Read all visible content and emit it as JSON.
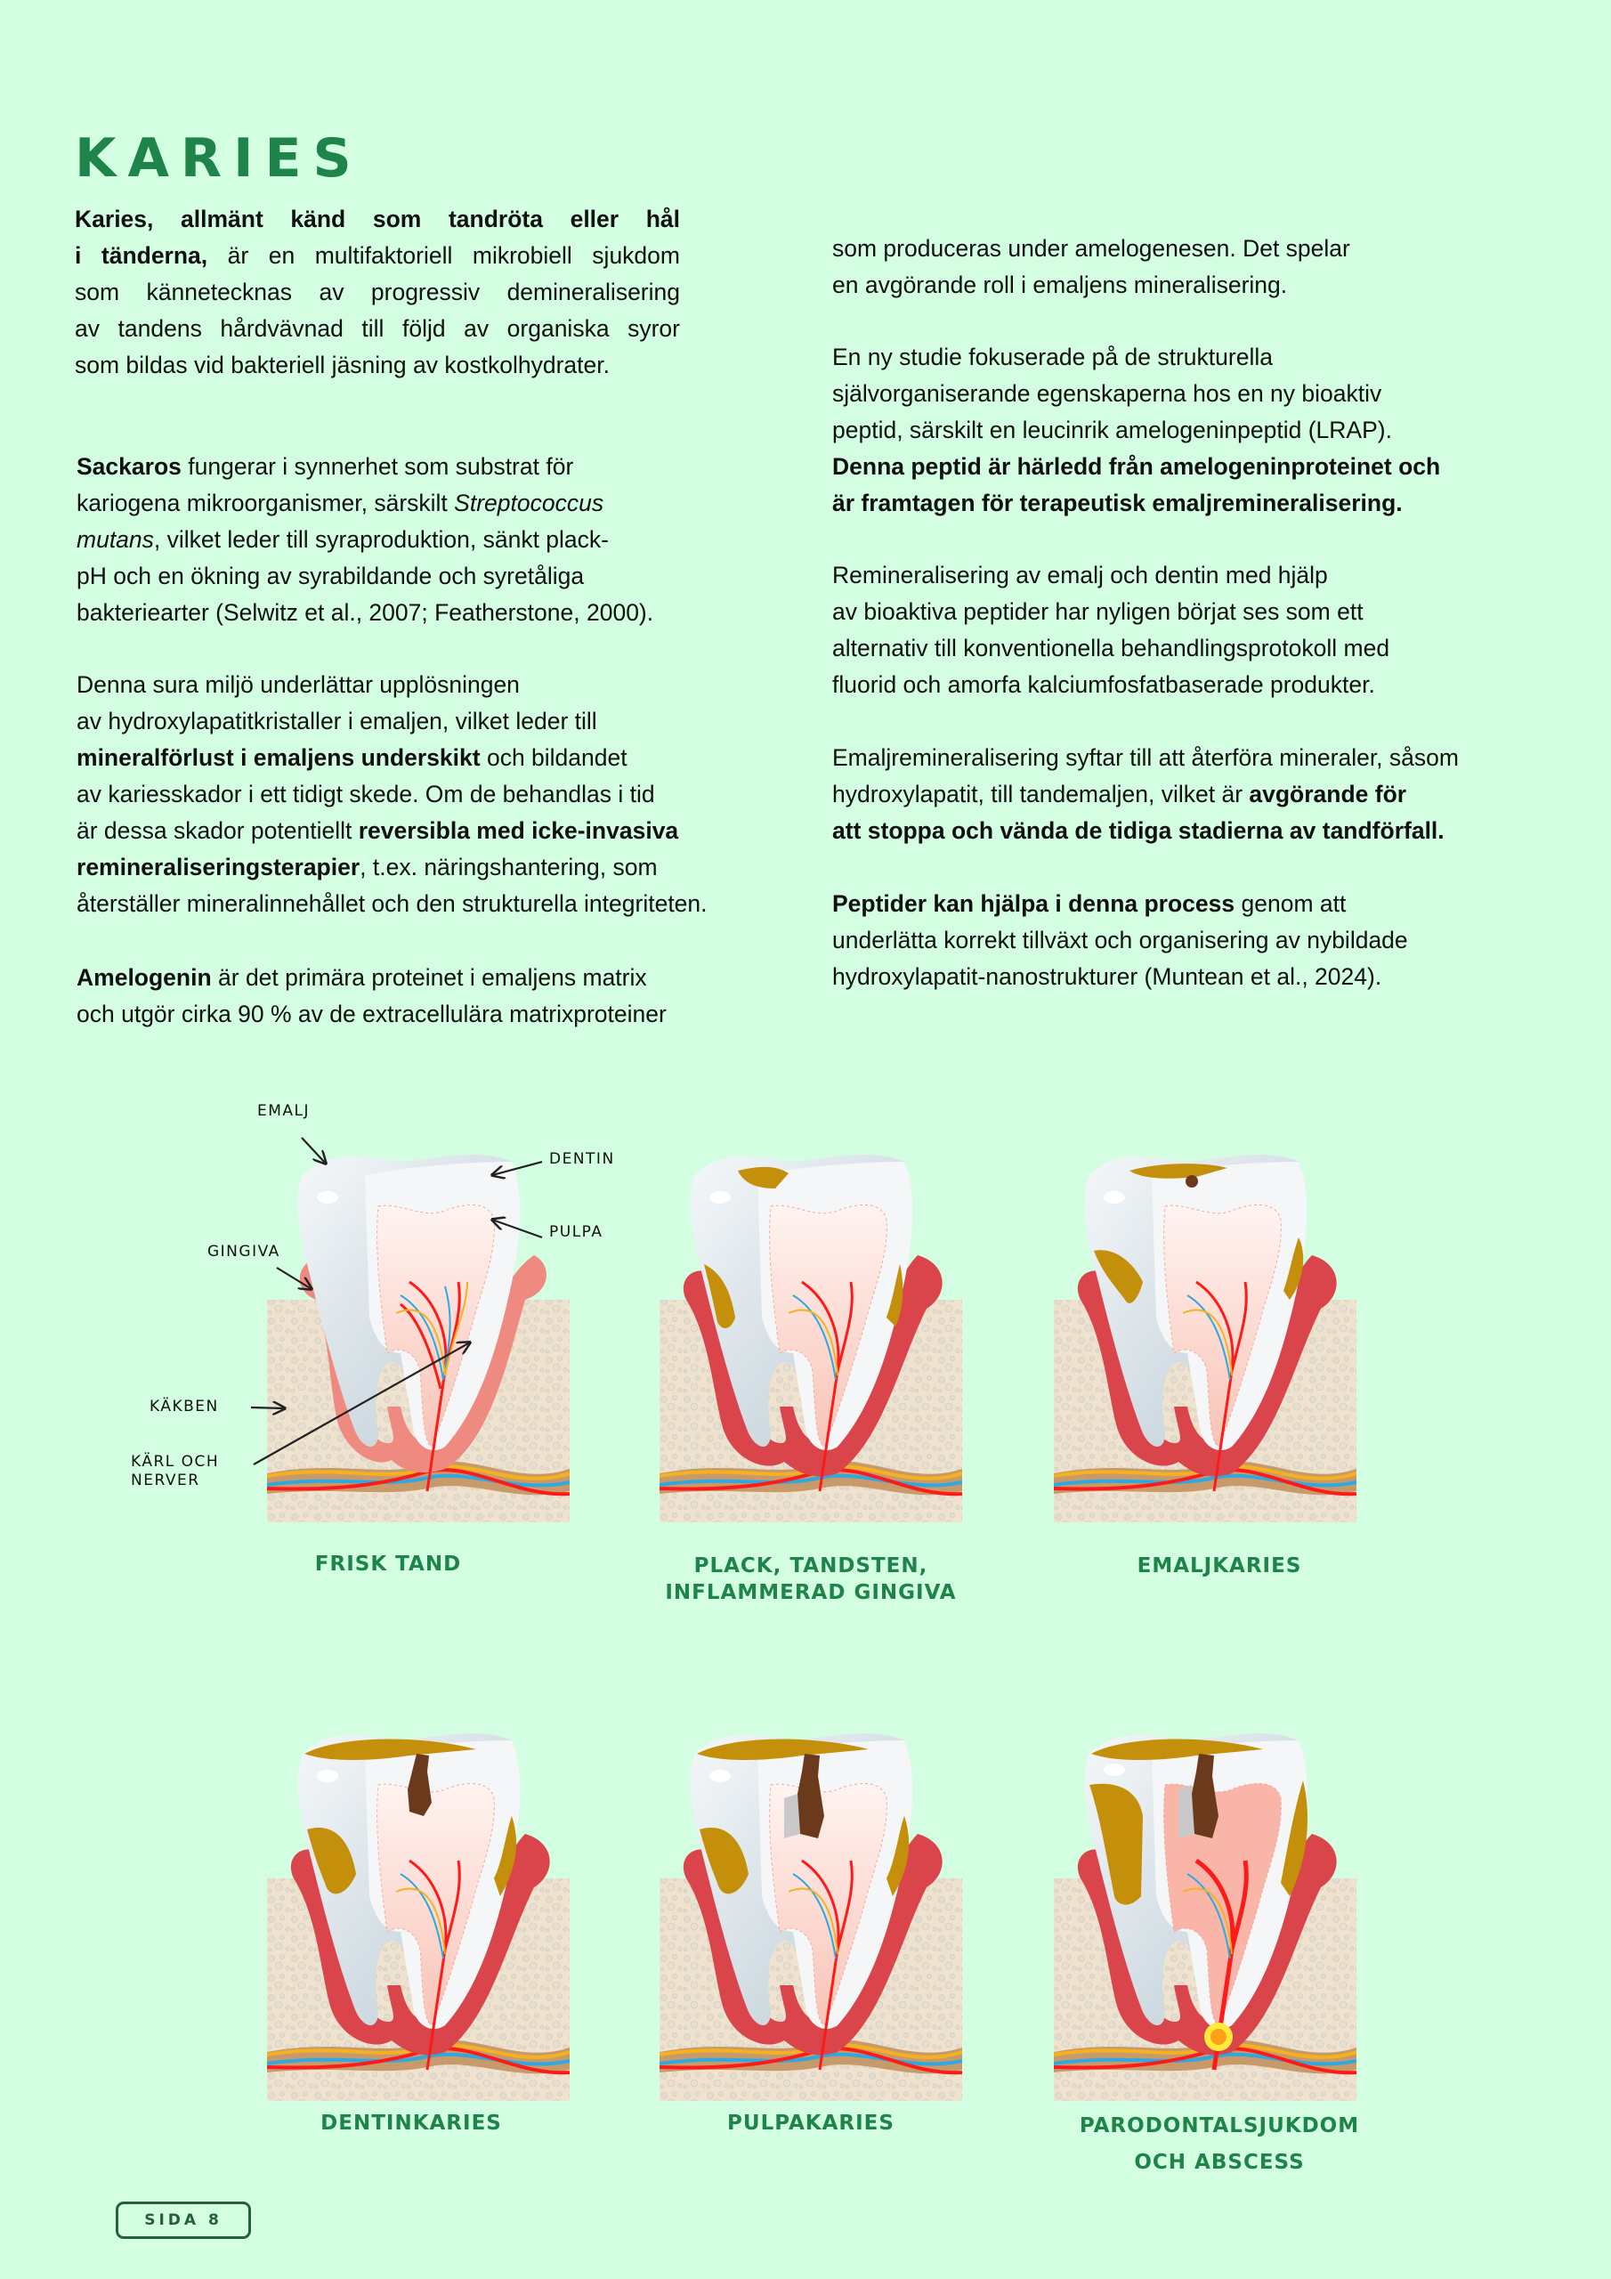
{
  "page": {
    "title": "KARIES",
    "background": "#d3fee1",
    "accent": "#1e8449",
    "page_badge": "SIDA 8"
  },
  "left_column": {
    "intro": {
      "bold": "Karies, allmänt känd som tandröta eller hål i tänderna,",
      "lines": [
        {
          "b": "Karies, allmänt känd som tandröta eller hål",
          "t": ""
        },
        {
          "b": "i tänderna,",
          "t": " är en multifaktoriell mikrobiell sjukdom"
        },
        {
          "b": "",
          "t": "som kännetecknas av progressiv demineralisering"
        },
        {
          "b": "",
          "t": "av tandens hårdvävnad till följd av organiska syror"
        },
        {
          "b": "",
          "t": "som bildas vid bakteriell jäsning av kostkolhydrater."
        }
      ]
    },
    "sackaros": {
      "l1_bold": "Sackaros",
      "l1_rest": " fungerar i synnerhet som substrat för",
      "l2_rest": "kariogena mikroorganismer, särskilt ",
      "l2_italic": "Streptococcus",
      "l3_italic": "mutans",
      "l3_rest": ", vilket leder till syraproduktion, sänkt plack-",
      "l4": "pH och en ökning av syrabildande och syretåliga",
      "l5": "bakteriearter (Selwitz et al., 2007; Featherstone, 2000)."
    },
    "acid": {
      "l1": "Denna sura miljö underlättar upplösningen",
      "l2": "av hydroxylapatitkristaller i emaljen, vilket leder till",
      "l3_bold": "mineralförlust i emaljens underskikt",
      "l3_rest": " och bildandet",
      "l4": "av kariesskador i ett tidigt skede. Om de behandlas i tid",
      "l5_rest": "är dessa skador potentiellt ",
      "l5_bold": "reversibla med icke-invasiva",
      "l6_bold": "remineraliseringsterapier",
      "l6_rest": ", t.ex. näringshantering, som",
      "l7": "återställer mineralinnehållet och den strukturella integriteten."
    },
    "amelogenin": {
      "l1_bold": "Amelogenin",
      "l1_rest": " är det primära proteinet i emaljens matrix",
      "l2": "och utgör cirka 90 % av de extracellulära matrixproteiner"
    }
  },
  "right_column": {
    "cont": {
      "l1": "som produceras under amelogenesen. Det spelar",
      "l2": "en avgörande roll i emaljens mineralisering."
    },
    "study": {
      "l1": "En ny studie fokuserade på de strukturella",
      "l2": "självorganiserande egenskaperna hos en ny bioaktiv",
      "l3": "peptid, särskilt en leucinrik amelogeninpeptid (LRAP).",
      "l4_bold": "Denna peptid är härledd från amelogeninproteinet och",
      "l5_bold": "är framtagen för terapeutisk emaljremineralisering."
    },
    "remin": {
      "l1": "Remineralisering av emalj och dentin med hjälp",
      "l2": "av bioaktiva peptider har nyligen börjat ses som ett",
      "l3": "alternativ till konventionella behandlingsprotokoll med",
      "l4": "fluorid och amorfa kalciumfosfatbaserade produkter."
    },
    "emalj": {
      "l1": "Emaljremineralisering syftar till att återföra mineraler, såsom",
      "l2_rest": "hydroxylapatit, till tandemaljen, vilket är ",
      "l2_bold": "avgörande för",
      "l3_bold": "att stoppa och vända de tidiga stadierna av tandförfall."
    },
    "peptider": {
      "l1_bold": "Peptider kan hjälpa i denna process",
      "l1_rest": " genom att",
      "l2": "underlätta korrekt tillväxt och organisering av nybildade",
      "l3": "hydroxylapatit-nanostrukturer (Muntean et al., 2024)."
    }
  },
  "diagram": {
    "labels": {
      "emalj": "EMALJ",
      "dentin": "DENTIN",
      "pulpa": "PULPA",
      "gingiva": "GINGIVA",
      "kakben": "KÄKBEN",
      "karl_1": "KÄRL OCH",
      "karl_2": "NERVER"
    },
    "stages": [
      {
        "caption_1": "FRISK TAND",
        "caption_2": ""
      },
      {
        "caption_1": "PLACK, TANDSTEN,",
        "caption_2": "INFLAMMERAD GINGIVA"
      },
      {
        "caption_1": "EMALJKARIES",
        "caption_2": ""
      },
      {
        "caption_1": "DENTINKARIES",
        "caption_2": ""
      },
      {
        "caption_1": "PULPAKARIES",
        "caption_2": ""
      },
      {
        "caption_1": "PARODONTALSJUKDOM",
        "caption_2": "OCH ABSCESS"
      }
    ],
    "colors": {
      "enamel": "#e4ecef",
      "dentin": "#f4f6f7",
      "pulp": "#fbd6cf",
      "gum_healthy": "#ef8a80",
      "gum_inflamed": "#d9454a",
      "bone": "#f1e5d2",
      "plaque": "#c48f0a",
      "decay": "#6b3a1c",
      "artery": "#ff1a1a",
      "vein": "#2fa8e0",
      "nerve": "#f5b21e"
    }
  }
}
